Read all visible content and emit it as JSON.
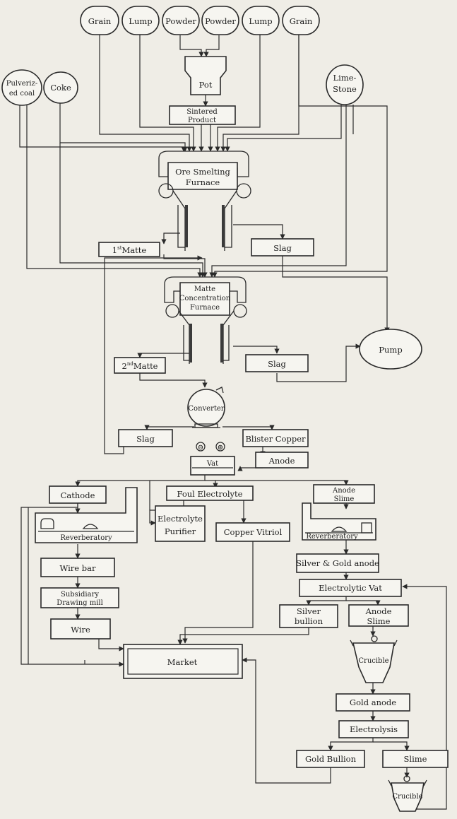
{
  "inputs": {
    "grain_1": "Grain",
    "lump_1": "Lump",
    "powder_1": "Powder",
    "powder_2": "Powder",
    "lump_2": "Lump",
    "grain_2": "Grain",
    "pulverized_coal_1": "Pulveriz-",
    "pulverized_coal_2": "ed coal",
    "coke": "Coke",
    "limestone_1": "Lime-",
    "limestone_2": "Stone"
  },
  "pot": "Pot",
  "sintered_1": "Sintered",
  "sintered_2": "Product",
  "ore_furnace_1": "Ore Smelting",
  "ore_furnace_2": "Furnace",
  "matte_1_main": "1",
  "matte_1_sup": "st",
  "matte_1_rest": "Matte",
  "slag_1": "Slag",
  "matte_furnace_1": "Matte",
  "matte_furnace_2": "Concentration",
  "matte_furnace_3": "Furnace",
  "pump": "Pump",
  "matte_2_main": "2",
  "matte_2_sup": "nd",
  "matte_2_rest": "Matte",
  "slag_2": "Slag",
  "converter": "Converter",
  "slag_3": "Slag",
  "blister_copper": "Blister Copper",
  "anode": "Anode",
  "vat": "Vat",
  "cathode": "Cathode",
  "foul_electrolyte": "Foul Electrolyte",
  "anode_slime_1": "Anode",
  "anode_slime_2": "Slime",
  "reverberatory_1": "Reverberatory",
  "reverberatory_2": "Reverberatory",
  "electrolyte_purifier_1": "Electrolyte",
  "electrolyte_purifier_2": "Purifier",
  "copper_vitriol": "Copper Vitriol",
  "wire_bar": "Wire bar",
  "subsidiary_1": "Subsidiary",
  "subsidiary_2": "Drawing mill",
  "wire": "Wire",
  "market": "Market",
  "silver_gold_anode": "Silver & Gold anode",
  "electrolytic_vat": "Electrolytic Vat",
  "silver_bullion_1": "Silver",
  "silver_bullion_2": "bullion",
  "anode_slime_b_1": "Anode",
  "anode_slime_b_2": "Slime",
  "crucible_1": "Crucible",
  "gold_anode": "Gold anode",
  "electrolysis": "Electrolysis",
  "gold_bullion": "Gold Bullion",
  "slime": "Slime",
  "crucible_2": "Crucible"
}
